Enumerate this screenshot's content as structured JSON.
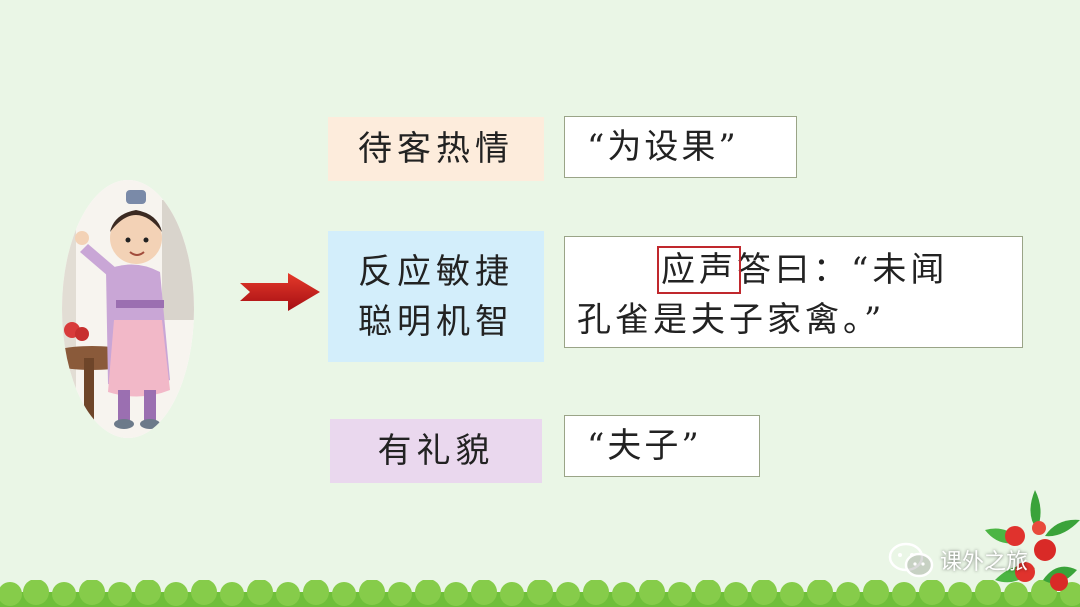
{
  "traits": [
    {
      "lines": [
        "待客热情"
      ]
    },
    {
      "lines": [
        "反应敏捷",
        "聪明机智"
      ]
    },
    {
      "lines": [
        "有礼貌"
      ]
    }
  ],
  "quotes": {
    "q1": "“为设果”",
    "q2": {
      "highlight": "应声",
      "line1_rest": "答曰：“未闻",
      "line2": "孔雀是夫子家禽。”"
    },
    "q3": "“夫子”"
  },
  "watermark": {
    "text": "课外之旅",
    "icon": "wechat-icon"
  },
  "colors": {
    "background": "#eaf6e6",
    "label_peach": "#fdecdc",
    "label_blue": "#d3eefb",
    "label_lilac": "#ead8ee",
    "arrow_red": "#c0151b",
    "highlight_border": "#c0282d"
  }
}
